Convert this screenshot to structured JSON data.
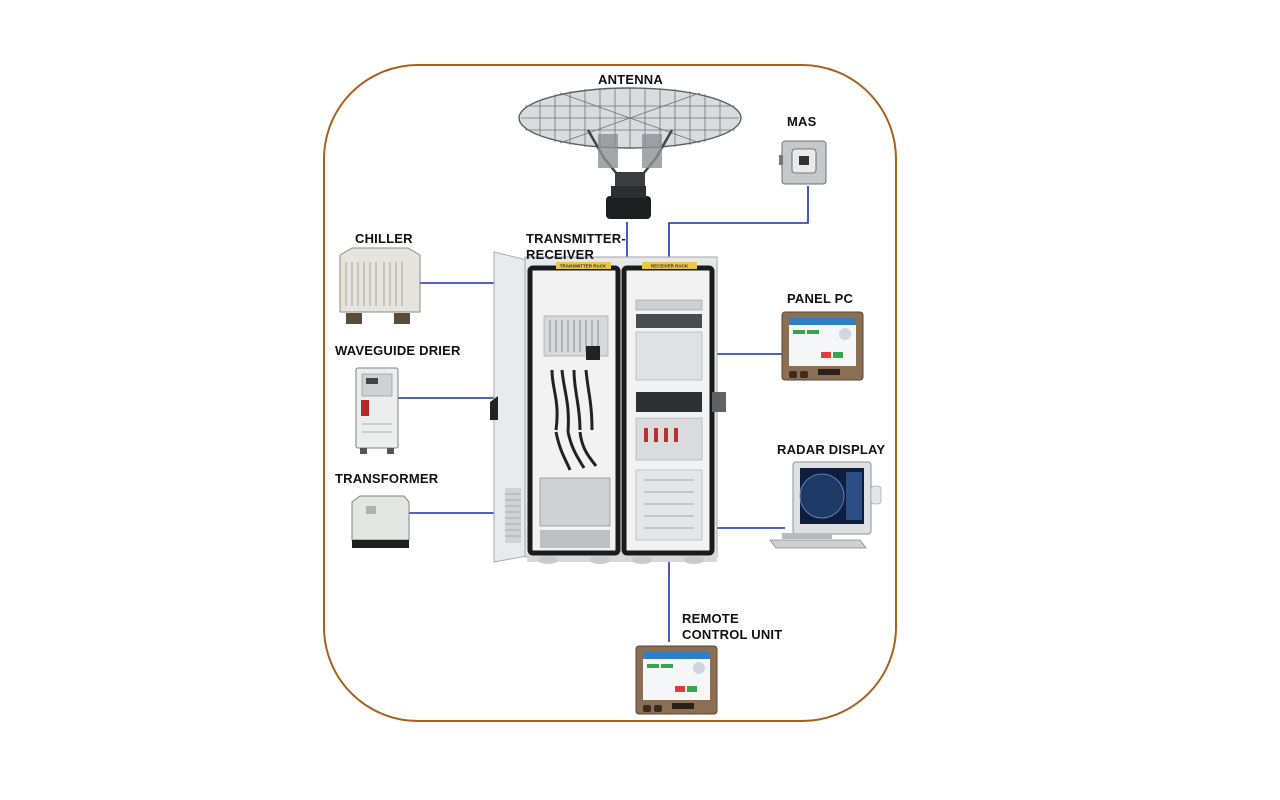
{
  "labels": {
    "antenna": "ANTENNA",
    "mas": "MAS",
    "chiller": "CHILLER",
    "transmitter_receiver_line1": "TRANSMITTER-",
    "transmitter_receiver_line2": "RECEIVER",
    "panel_pc": "PANEL PC",
    "waveguide_drier": "WAVEGUIDE DRIER",
    "radar_display": "RADAR DISPLAY",
    "transformer": "TRANSFORMER",
    "remote_control_unit_line1": "REMOTE",
    "remote_control_unit_line2": "CONTROL UNIT"
  },
  "cabinet": {
    "left_rack_tag": "TRANSMITTER RACK",
    "right_rack_tag": "RECEIVER RACK"
  },
  "colors": {
    "frame": "#a9611c",
    "connector": "#1a2fb0",
    "cabinet": "#e6e7e8",
    "rack_frame": "#1b1b1b",
    "console_body": "#8a6f54"
  }
}
